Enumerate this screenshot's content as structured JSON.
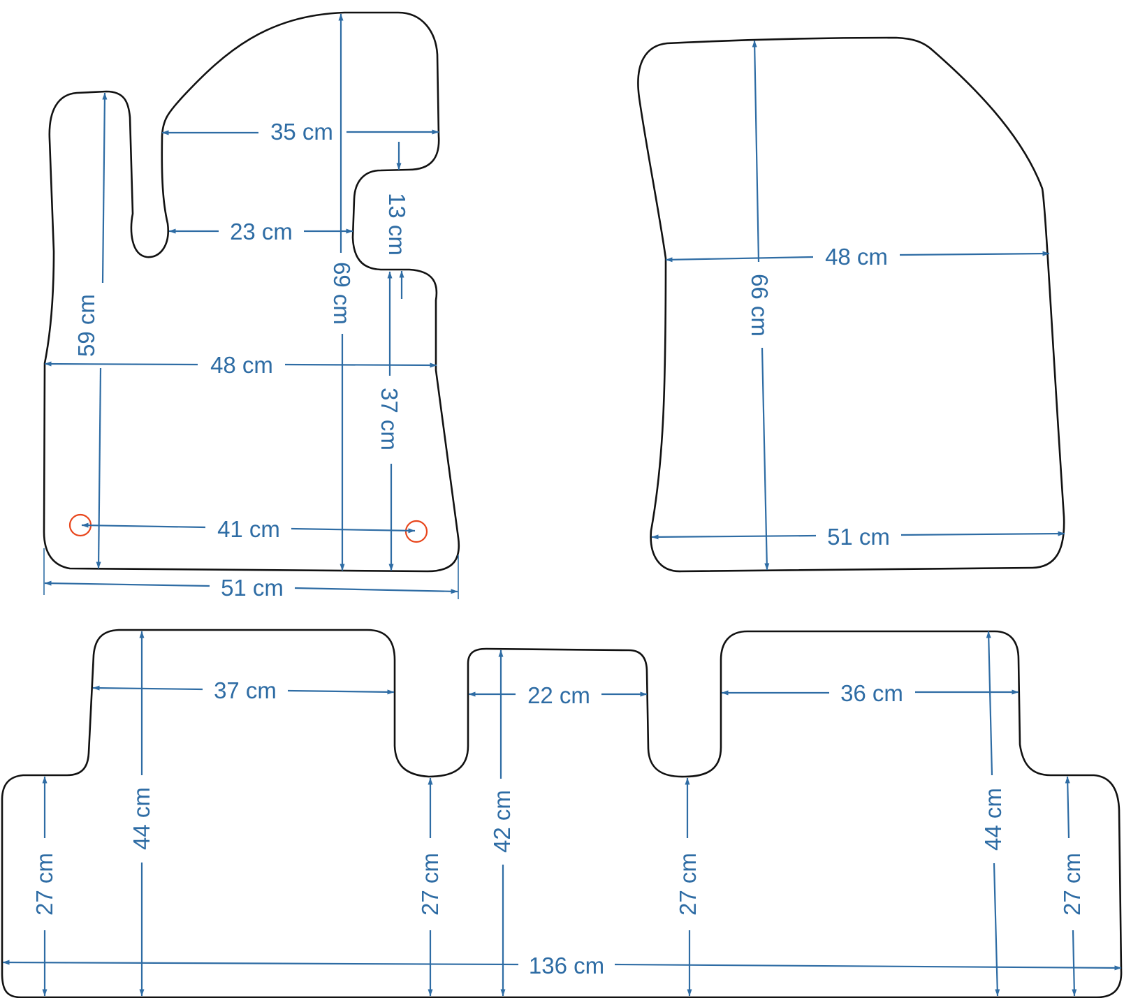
{
  "colors": {
    "outline": "#111111",
    "dimension": "#2e6ca4",
    "marker": "#e8461c",
    "background": "#ffffff"
  },
  "driver_mat": {
    "dims": {
      "width_top": "35 cm",
      "width_middle": "23 cm",
      "notch_height": "13 cm",
      "left_height": "59 cm",
      "overall_height": "69 cm",
      "width_mid": "48 cm",
      "right_height": "37 cm",
      "fixing_spacing": "41 cm",
      "width_bottom": "51 cm"
    }
  },
  "passenger_mat": {
    "dims": {
      "width_top": "48 cm",
      "height": "66 cm",
      "width_bottom": "51 cm"
    }
  },
  "rear_mat": {
    "dims": {
      "left_tab_width": "37 cm",
      "middle_tab_width": "22 cm",
      "right_tab_width": "36 cm",
      "left_edge_height": "27 cm",
      "left_tab_height": "44 cm",
      "left_gap_height": "27 cm",
      "middle_tab_height": "42 cm",
      "right_gap_height": "27 cm",
      "right_tab_height": "44 cm",
      "right_edge_height": "27 cm",
      "total_width": "136 cm"
    }
  }
}
